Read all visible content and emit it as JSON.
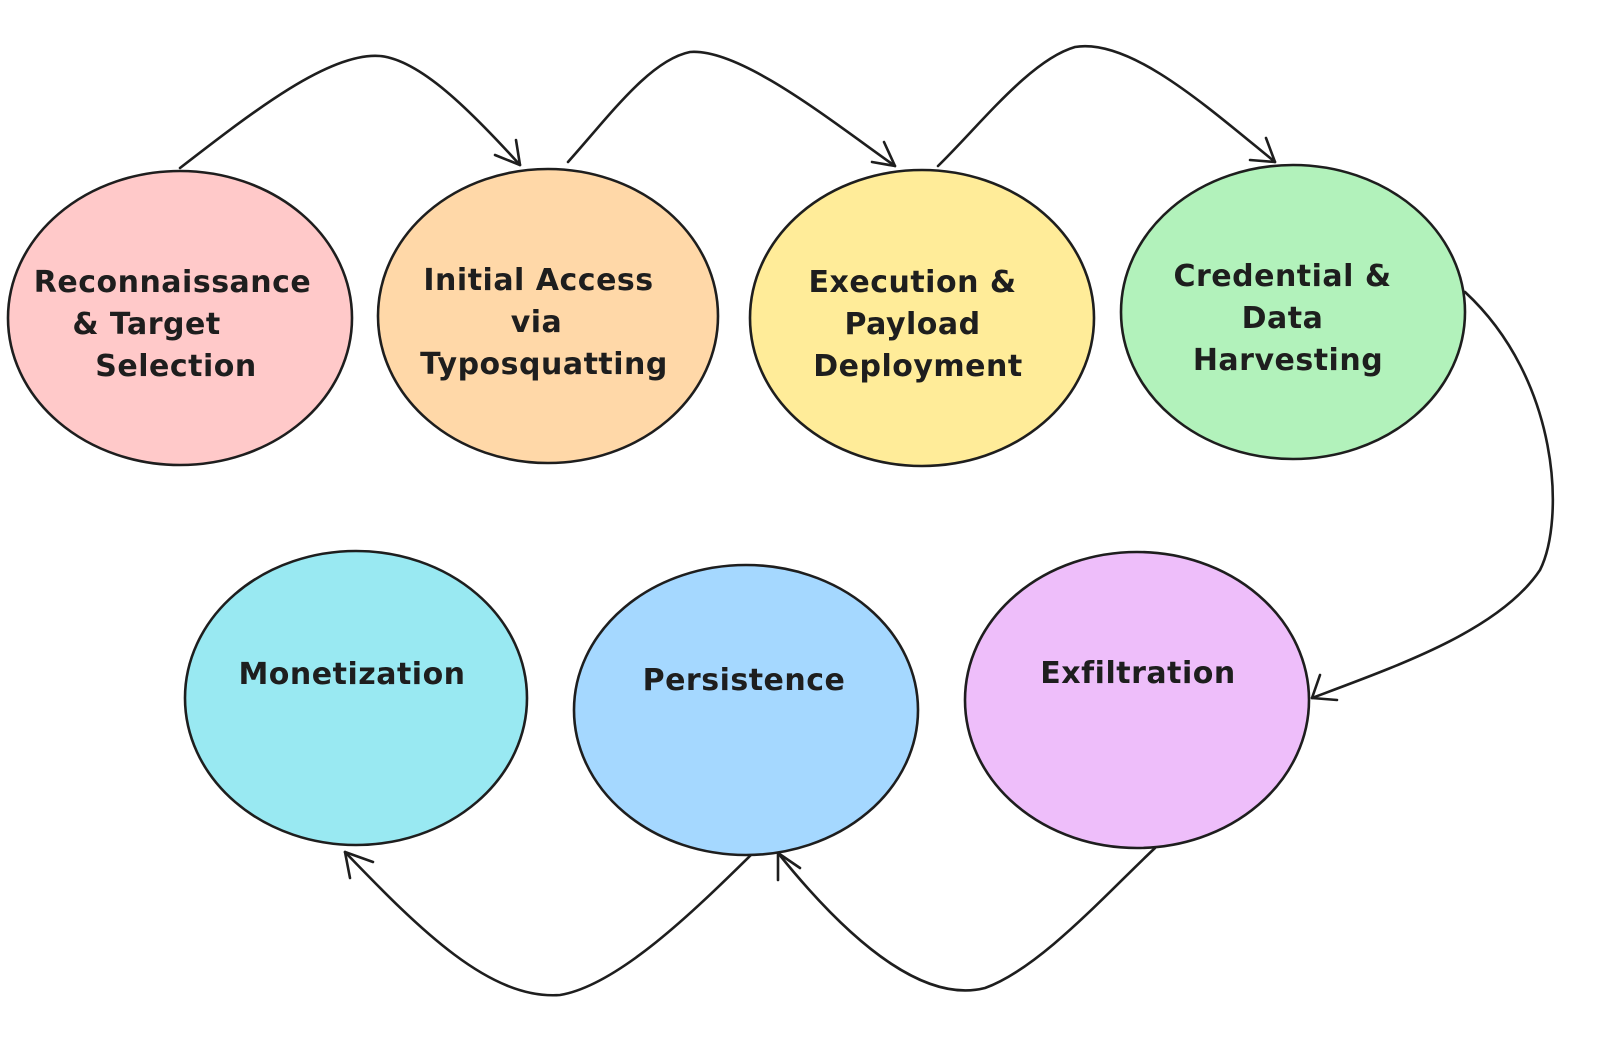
{
  "diagram": {
    "nodes": [
      {
        "id": "recon",
        "lines": [
          "Reconnaissance",
          "& Target",
          "Selection"
        ],
        "color": "#ffc9c9"
      },
      {
        "id": "access",
        "lines": [
          "Initial Access",
          "via",
          "Typosquatting"
        ],
        "color": "#ffd8a8"
      },
      {
        "id": "execution",
        "lines": [
          "Execution &",
          "Payload",
          "Deployment"
        ],
        "color": "#ffec99"
      },
      {
        "id": "credential",
        "lines": [
          "Credential &",
          "Data",
          "Harvesting"
        ],
        "color": "#b2f2bb"
      },
      {
        "id": "exfiltration",
        "lines": [
          "Exfiltration"
        ],
        "color": "#eebefa"
      },
      {
        "id": "persistence",
        "lines": [
          "Persistence"
        ],
        "color": "#a5d8ff"
      },
      {
        "id": "monetization",
        "lines": [
          "Monetization"
        ],
        "color": "#99e9f2"
      }
    ],
    "edges": [
      {
        "from": "recon",
        "to": "access"
      },
      {
        "from": "access",
        "to": "execution"
      },
      {
        "from": "execution",
        "to": "credential"
      },
      {
        "from": "credential",
        "to": "exfiltration"
      },
      {
        "from": "exfiltration",
        "to": "persistence"
      },
      {
        "from": "persistence",
        "to": "monetization"
      }
    ]
  }
}
